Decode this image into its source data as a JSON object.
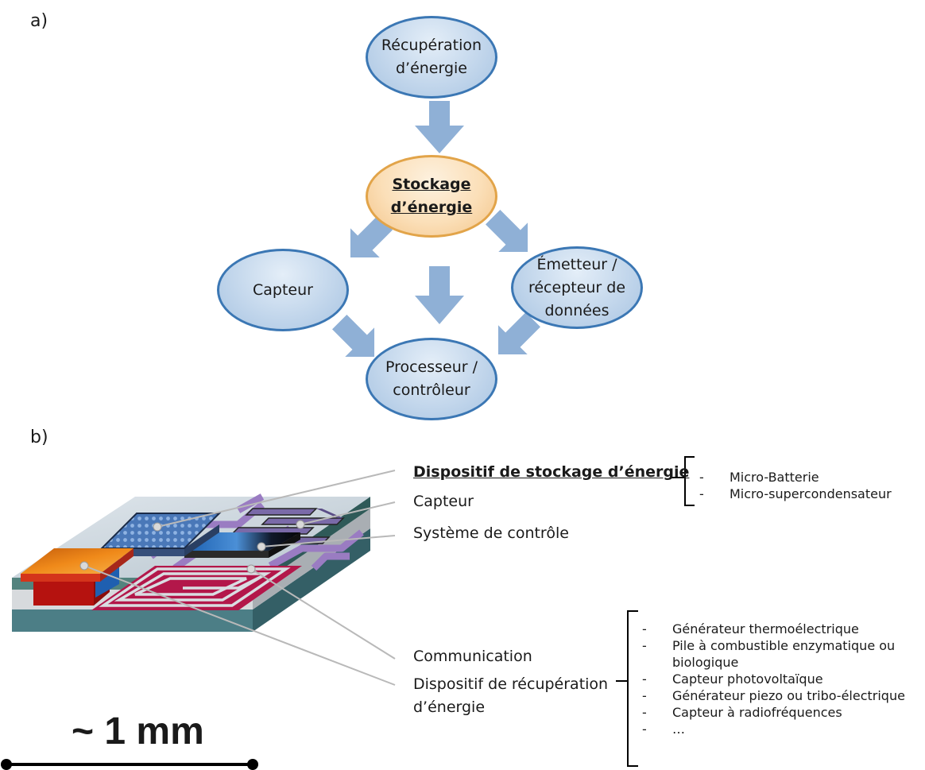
{
  "panel_a": {
    "label": "a)",
    "nodes": {
      "harvest": "Récupération\nd’énergie",
      "storage": "Stockage\nd’énergie",
      "sensor": "Capteur",
      "transceiver": "Émetteur /\nrécepteur de\ndonnées",
      "processor": "Processeur /\ncontrôleur"
    },
    "colors": {
      "node_fill": "#c9dbee",
      "node_border": "#3b77b4",
      "storage_fill": "#fbdfb8",
      "storage_border": "#e2a449",
      "arrow": "#8fb0d6"
    }
  },
  "panel_b": {
    "label": "b)",
    "labels": {
      "storage_device": "Dispositif de stockage d’énergie",
      "sensor": "Capteur",
      "control": "Système de contrôle",
      "communication": "Communication",
      "harvest_device": "Dispositif de récupération\nd’énergie"
    },
    "storage_list": [
      "Micro-Batterie",
      "Micro-supercondensateur"
    ],
    "harvest_list": [
      "Générateur thermoélectrique",
      "Pile à combustible enzymatique ou biologique",
      "Capteur photovoltaïque",
      "Générateur piezo ou tribo-électrique",
      "Capteur à radiofréquences",
      "…"
    ],
    "scale_label": "~ 1 mm"
  }
}
